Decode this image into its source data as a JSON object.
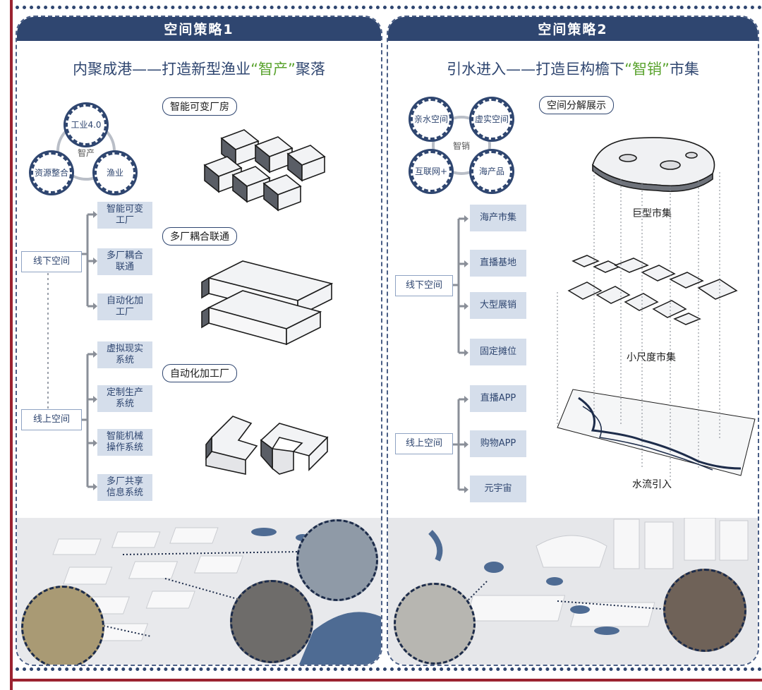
{
  "strategy1": {
    "header": "空间策略1",
    "title_pre": "内聚成港——打造新型渔业",
    "title_highlight": "“智产”",
    "title_post": "聚落",
    "hub": {
      "center": "智产",
      "nodes": [
        "工业4.0",
        "资源整合",
        "渔业"
      ]
    },
    "offline_label": "线下空间",
    "online_label": "线上空间",
    "offline_items": [
      {
        "line1": "智能可变",
        "line2": "工厂"
      },
      {
        "line1": "多厂耦合",
        "line2": "联通"
      },
      {
        "line1": "自动化加",
        "line2": "工厂"
      }
    ],
    "online_items": [
      {
        "line1": "虚拟现实",
        "line2": "系统"
      },
      {
        "line1": "定制生产",
        "line2": "系统"
      },
      {
        "line1": "智能机械",
        "line2": "操作系统"
      },
      {
        "line1": "多厂共享",
        "line2": "信息系统"
      }
    ],
    "diagram_labels": [
      "智能可变厂房",
      "多厂耦合联通",
      "自动化加工厂"
    ]
  },
  "strategy2": {
    "header": "空间策略2",
    "title_pre": "引水进入——打造巨构檐下",
    "title_highlight": "“智销”",
    "title_post": "市集",
    "hub": {
      "center": "智销",
      "nodes": [
        "亲水空间",
        "虚实空间",
        "互联网+",
        "海产品"
      ]
    },
    "offline_label": "线下空间",
    "online_label": "线上空间",
    "offline_items": [
      "海产市集",
      "直播基地",
      "大型展销",
      "固定摊位"
    ],
    "online_items": [
      "直播APP",
      "购物APP",
      "元宇宙"
    ],
    "explode_label": "空间分解展示",
    "layer_labels": [
      "巨型市集",
      "小尺度市集",
      "水流引入"
    ]
  },
  "colors": {
    "navy": "#2f4670",
    "green": "#5aa32e",
    "box": "#d5deeb",
    "frame": "#9b2330"
  }
}
